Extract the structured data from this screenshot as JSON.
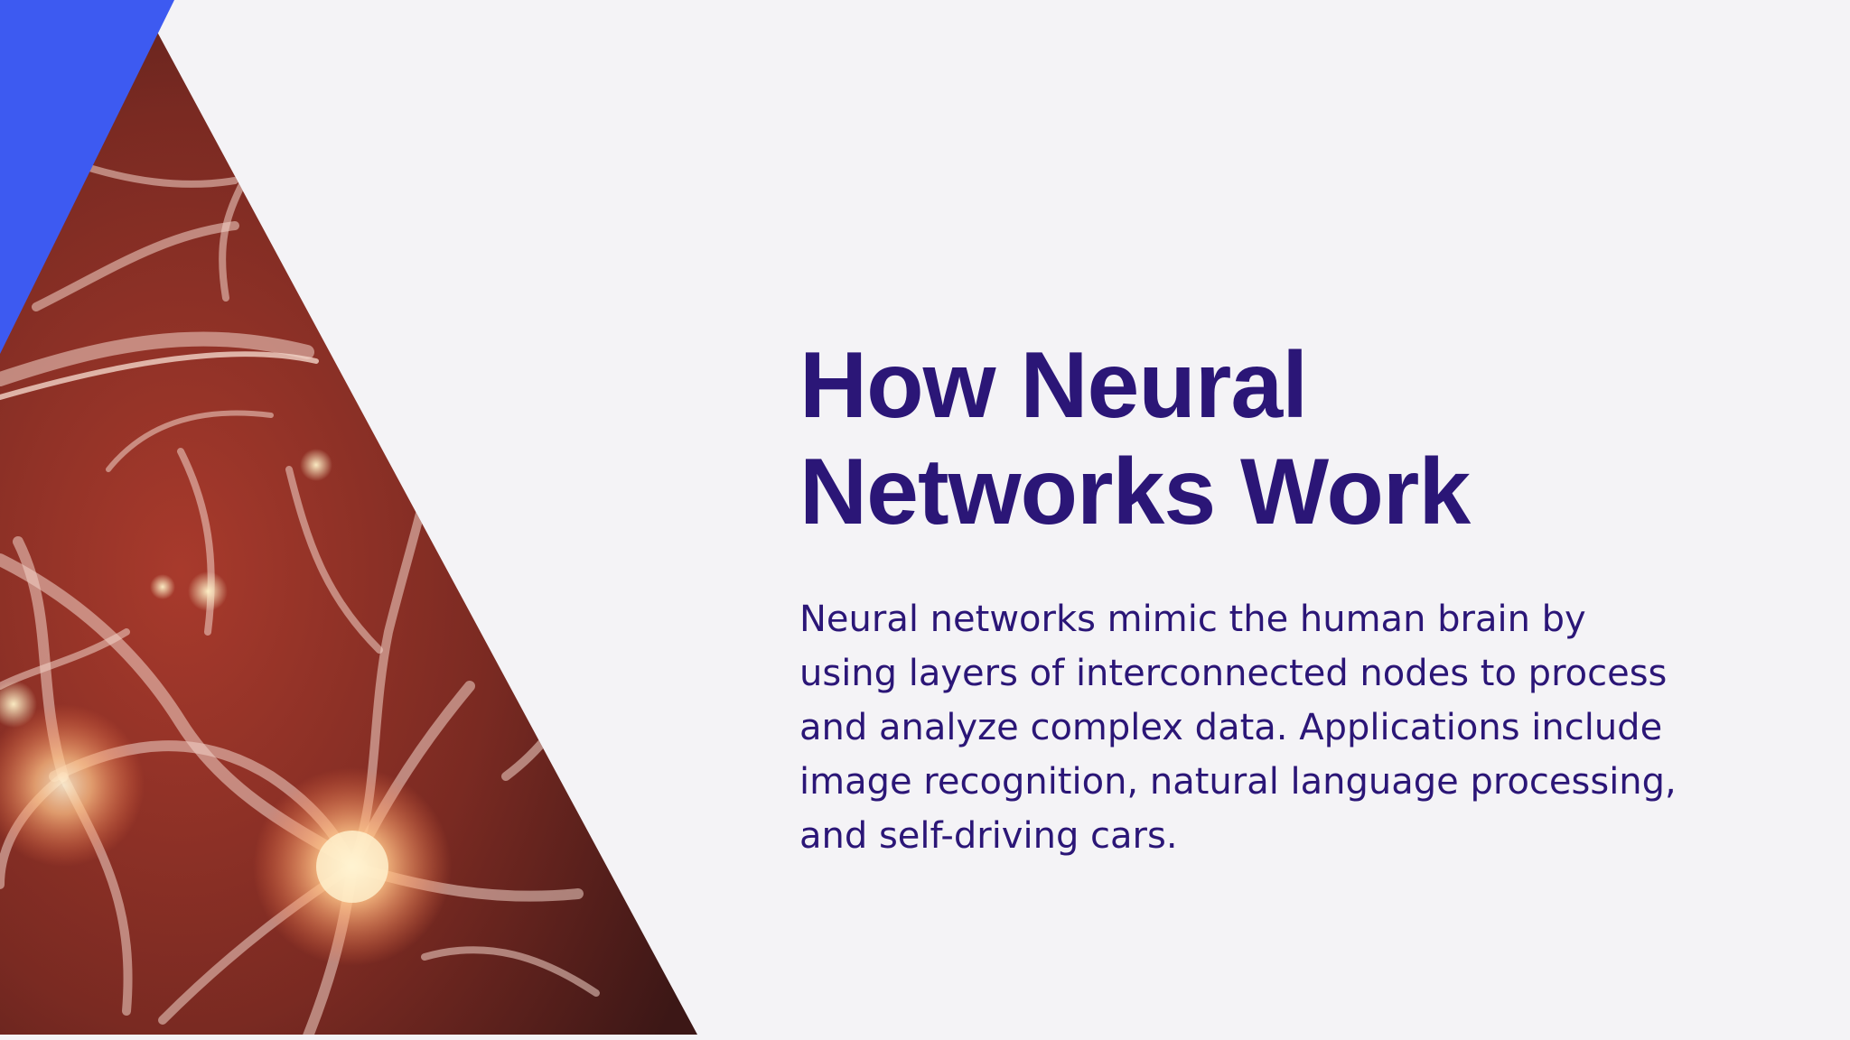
{
  "slide": {
    "title_line1": "How Neural",
    "title_line2": "Networks Work",
    "body": "Neural networks mimic the human brain by using layers of interconnected nodes to process and analyze complex data. Applications include image recognition, natural language processing, and self-driving cars."
  },
  "colors": {
    "background": "#f4f3f6",
    "accent_blue": "#3d5af1",
    "title": "#2b1677",
    "body": "#2b1677"
  },
  "image": {
    "subject": "neurons-photo"
  }
}
